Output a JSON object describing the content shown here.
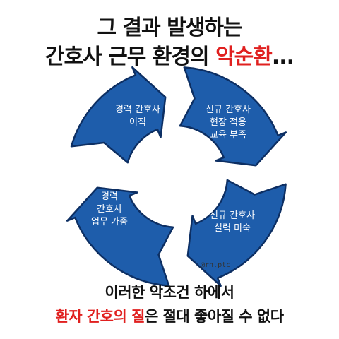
{
  "title": {
    "line1": "그 결과 발생하는",
    "line2_prefix": "간호사 근무 환경의 ",
    "line2_highlight": "악순환",
    "line2_suffix": "..."
  },
  "cycle": {
    "segments": [
      {
        "lines": [
          "경력 간호사",
          "이직"
        ]
      },
      {
        "lines": [
          "신규 간호사",
          "현장 적응",
          "교육 부족"
        ]
      },
      {
        "lines": [
          "신규 간호사",
          "실력 미숙"
        ]
      },
      {
        "lines": [
          "경력",
          "간호사",
          "업무 가중"
        ]
      }
    ],
    "color": "#1e5dab",
    "stroke": "#0d2f63"
  },
  "credit": "@rn.ptc",
  "bottom": {
    "line1": "이러한 악조건 하에서",
    "line2_highlight": "환자 간호의 질",
    "line2_suffix": "은 절대 좋아질 수 없다"
  },
  "colors": {
    "highlight": "#e0201f",
    "text": "#111111"
  }
}
